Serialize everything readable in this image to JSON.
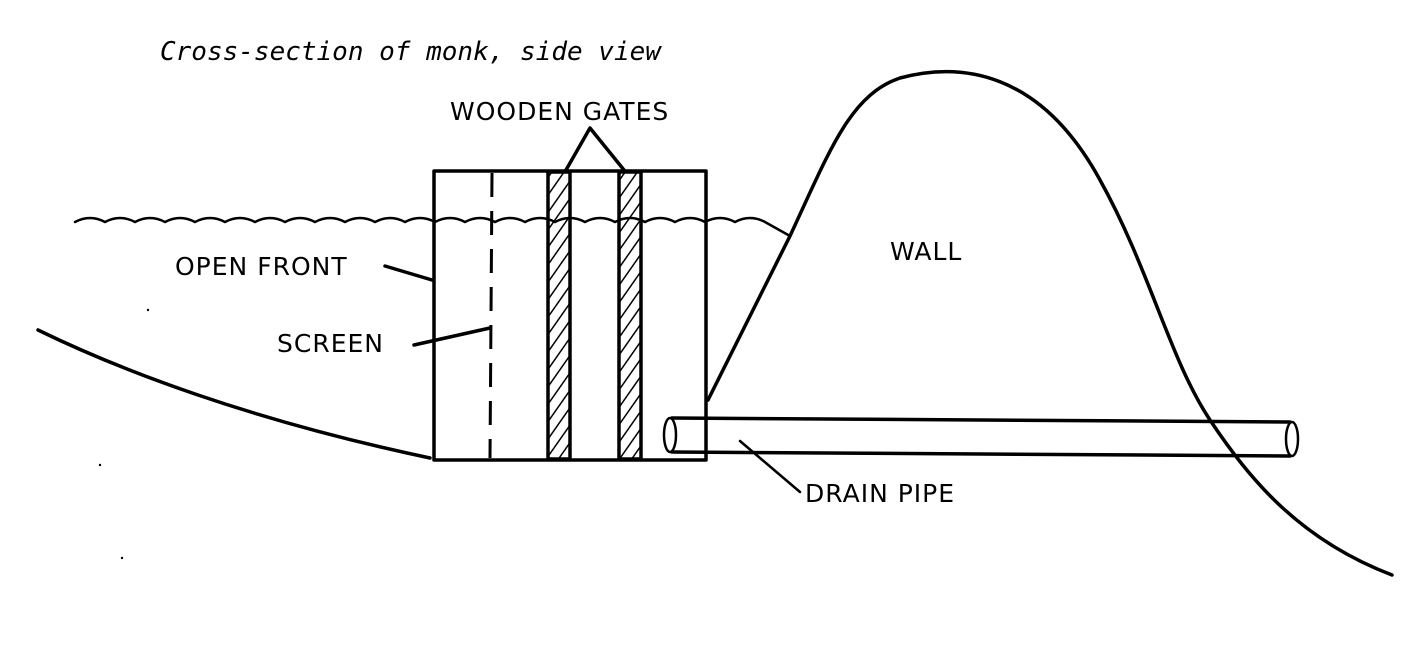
{
  "diagram": {
    "title": "Cross-section of monk, side view",
    "labels": {
      "wooden_gates": "WOODEN GATES",
      "wall": "WALL",
      "open_front": "OPEN FRONT",
      "screen": "SCREEN",
      "drain_pipe": "DRAIN PIPE"
    },
    "colors": {
      "ink": "#000000",
      "background": "#ffffff"
    }
  }
}
